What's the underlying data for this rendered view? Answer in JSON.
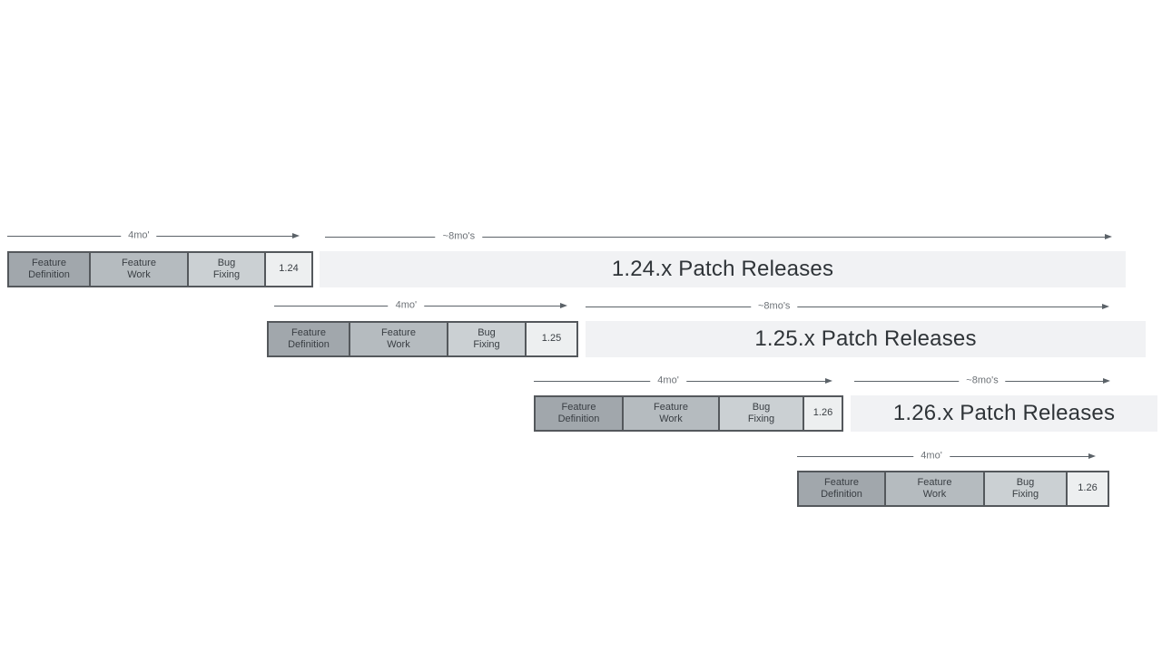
{
  "diagram": {
    "labels": {
      "dev_duration": "4mo'",
      "patch_duration": "~8mo's"
    },
    "phases": [
      "Feature\nDefinition",
      "Feature\nWork",
      "Bug\nFixing"
    ],
    "rows": [
      {
        "version": "1.24",
        "patch_label": "1.24.x Patch Releases"
      },
      {
        "version": "1.25",
        "patch_label": "1.25.x Patch Releases"
      },
      {
        "version": "1.26",
        "patch_label": "1.26.x Patch Releases"
      },
      {
        "version": "1.26",
        "patch_label": ""
      }
    ],
    "colors": {
      "feature_definition_fill": "#a1a7ac",
      "feature_work_fill": "#b5bbbf",
      "bug_fixing_fill": "#cbd0d3",
      "version_box_fill": "#edeff0",
      "box_border": "#54585c",
      "patch_bar_fill": "#f1f2f4",
      "arrow": "#5b6268",
      "arrow_label_text": "#6d7277",
      "patch_bar_text": "#2f3438"
    }
  }
}
